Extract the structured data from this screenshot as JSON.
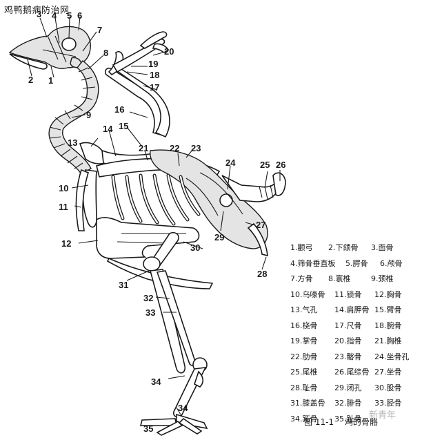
{
  "site_title": "鸡鸭鹅病防治网",
  "labels": [
    "1",
    "2",
    "3",
    "4",
    "5",
    "6",
    "7",
    "8",
    "9",
    "10",
    "11",
    "12",
    "13",
    "14",
    "15",
    "16",
    "17",
    "18",
    "19",
    "20",
    "21",
    "22",
    "23",
    "24",
    "25",
    "26",
    "27",
    "28",
    "29",
    "30",
    "31",
    "32",
    "33",
    "34",
    "34",
    "35"
  ],
  "legend": [
    [
      "1.颧弓",
      "2.下颌骨",
      "3.面骨"
    ],
    [
      "4.筛骨垂直板",
      "5.腭骨",
      "6.颅骨"
    ],
    [
      "7.方骨",
      "8.寰椎",
      "9.颈椎"
    ],
    [
      "10.乌喙骨",
      "11.锁骨",
      "12.胸骨"
    ],
    [
      "13.气孔",
      "14.肩胛骨",
      "15.臂骨"
    ],
    [
      "16.桡骨",
      "17.尺骨",
      "18.腕骨"
    ],
    [
      "19.掌骨",
      "20.指骨",
      "21.胸椎"
    ],
    [
      "22.肋骨",
      "23.髂骨",
      "24.坐骨孔"
    ],
    [
      "25.尾椎",
      "26.尾综骨",
      "27.坐骨"
    ],
    [
      "28.耻骨",
      "29.闭孔",
      "30.股骨"
    ],
    [
      "31.膝盖骨",
      "32.腓骨",
      "33.胫骨"
    ],
    [
      "34.跖骨",
      "35.趾骨",
      ""
    ]
  ],
  "caption": {
    "number": "图 11-1",
    "title": "鸡的骨骼"
  },
  "watermark": "新青年"
}
